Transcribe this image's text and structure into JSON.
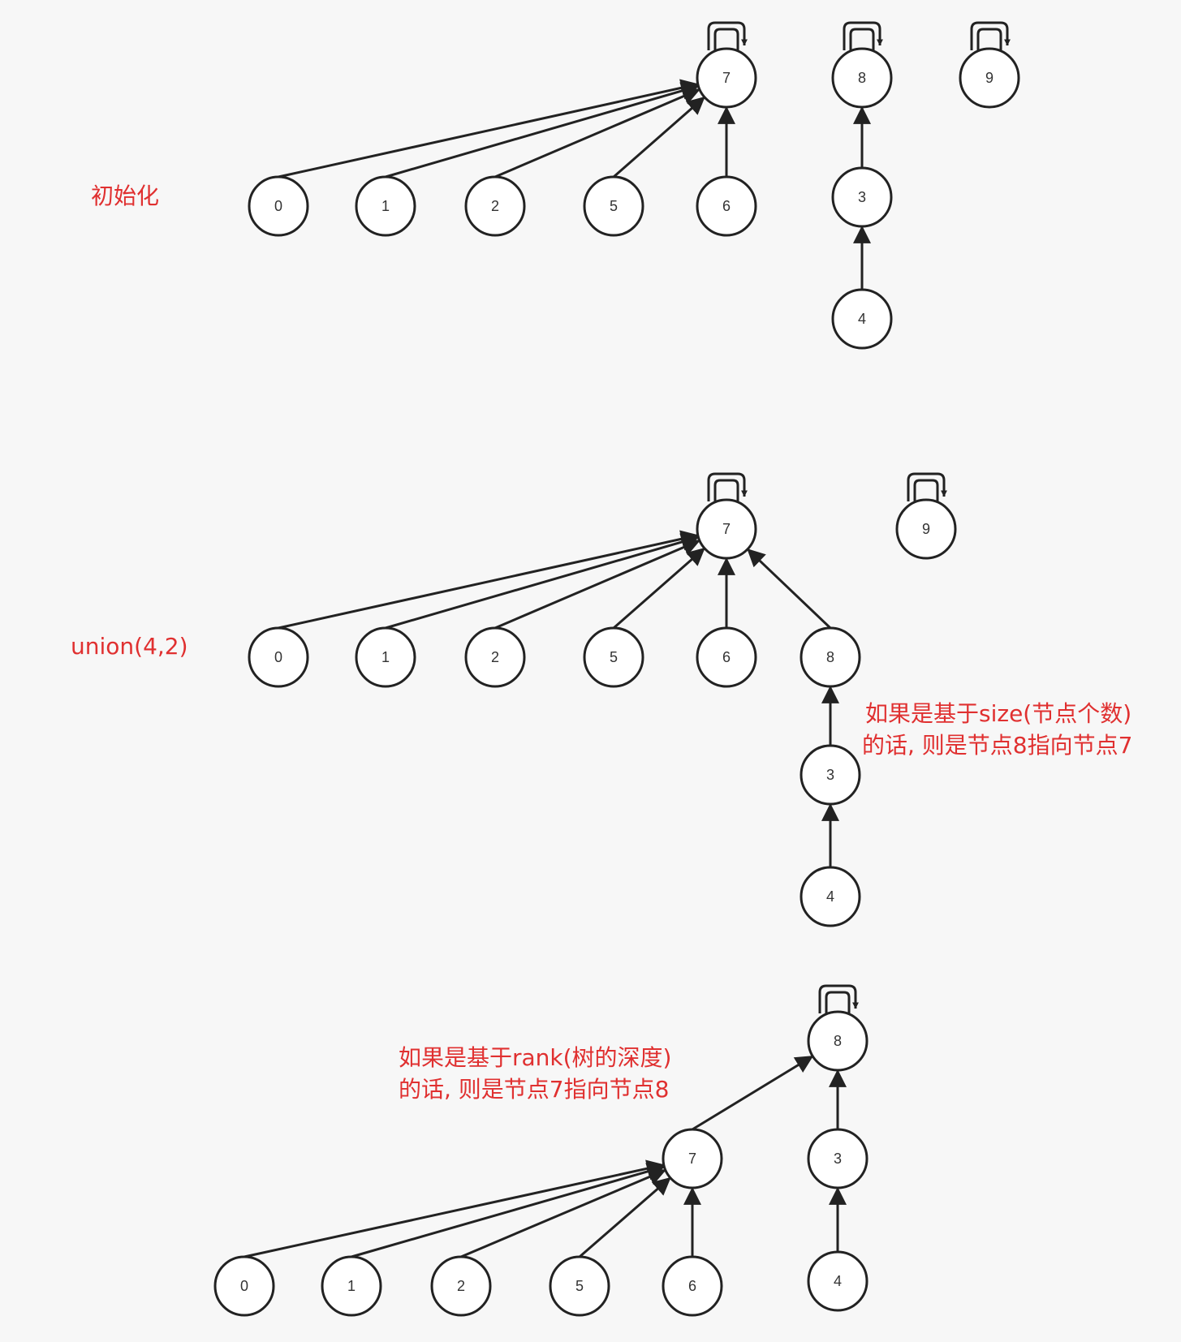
{
  "colors": {
    "annotation": "#e03030",
    "stroke": "#222222",
    "node_fill": "#ffffff",
    "background": "#f7f7f7"
  },
  "panels": [
    {
      "title": "初始化",
      "edges": [
        [
          "0",
          "7"
        ],
        [
          "1",
          "7"
        ],
        [
          "2",
          "7"
        ],
        [
          "5",
          "7"
        ],
        [
          "6",
          "7"
        ],
        [
          "3",
          "8"
        ],
        [
          "4",
          "3"
        ]
      ],
      "self_loops": [
        "7",
        "8",
        "9"
      ],
      "notes": []
    },
    {
      "title": "union(4,2)",
      "edges": [
        [
          "0",
          "7"
        ],
        [
          "1",
          "7"
        ],
        [
          "2",
          "7"
        ],
        [
          "5",
          "7"
        ],
        [
          "6",
          "7"
        ],
        [
          "8",
          "7"
        ],
        [
          "3",
          "8"
        ],
        [
          "4",
          "3"
        ]
      ],
      "self_loops": [
        "7",
        "9"
      ],
      "notes": [
        "如果是基于size(节点个数)",
        "的话, 则是节点8指向节点7"
      ]
    },
    {
      "title": "",
      "edges": [
        [
          "0",
          "7"
        ],
        [
          "1",
          "7"
        ],
        [
          "2",
          "7"
        ],
        [
          "5",
          "7"
        ],
        [
          "6",
          "7"
        ],
        [
          "7",
          "8"
        ],
        [
          "3",
          "8"
        ],
        [
          "4",
          "3"
        ]
      ],
      "self_loops": [
        "8"
      ],
      "notes": [
        "如果是基于rank(树的深度)",
        "的话, 则是节点7指向节点8"
      ]
    }
  ]
}
